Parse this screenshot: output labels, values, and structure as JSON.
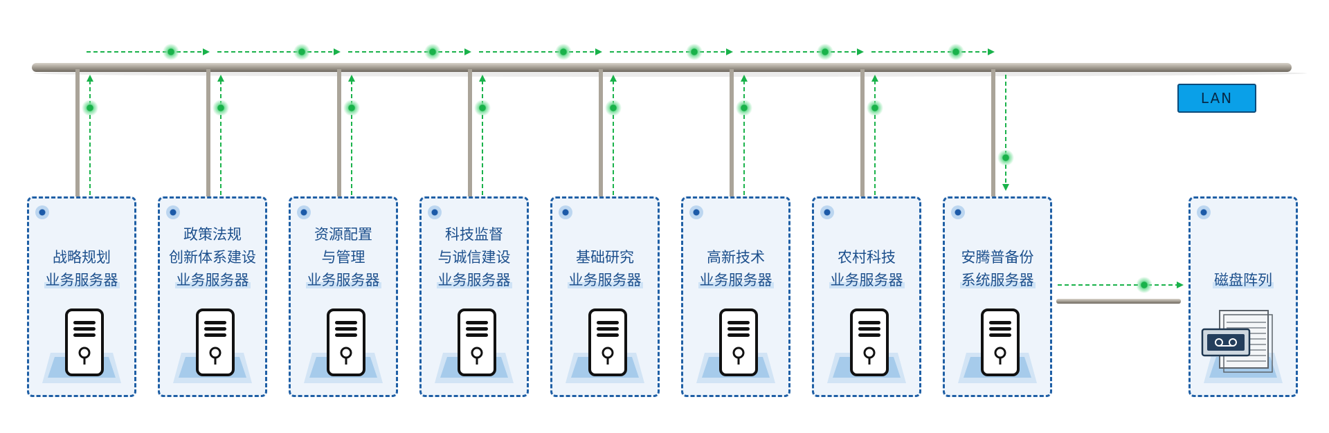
{
  "lan_label": "LAN",
  "servers": [
    {
      "lines": [
        "",
        "战略规划",
        "业务服务器"
      ]
    },
    {
      "lines": [
        "政策法规",
        "创新体系建设",
        "业务服务器"
      ]
    },
    {
      "lines": [
        "资源配置",
        "与管理",
        "业务服务器"
      ]
    },
    {
      "lines": [
        "科技监督",
        "与诚信建设",
        "业务服务器"
      ]
    },
    {
      "lines": [
        "",
        "基础研究",
        "业务服务器"
      ]
    },
    {
      "lines": [
        "",
        "高新技术",
        "业务服务器"
      ]
    },
    {
      "lines": [
        "",
        "农村科技",
        "业务服务器"
      ]
    },
    {
      "lines": [
        "",
        "安腾普备份",
        "系统服务器"
      ]
    }
  ],
  "storage": {
    "label": "磁盘阵列"
  },
  "colors": {
    "flow": "#19b24a",
    "box_border": "#1f5fa5",
    "bus": "#a9a399",
    "lan": "#0aa0e8"
  }
}
